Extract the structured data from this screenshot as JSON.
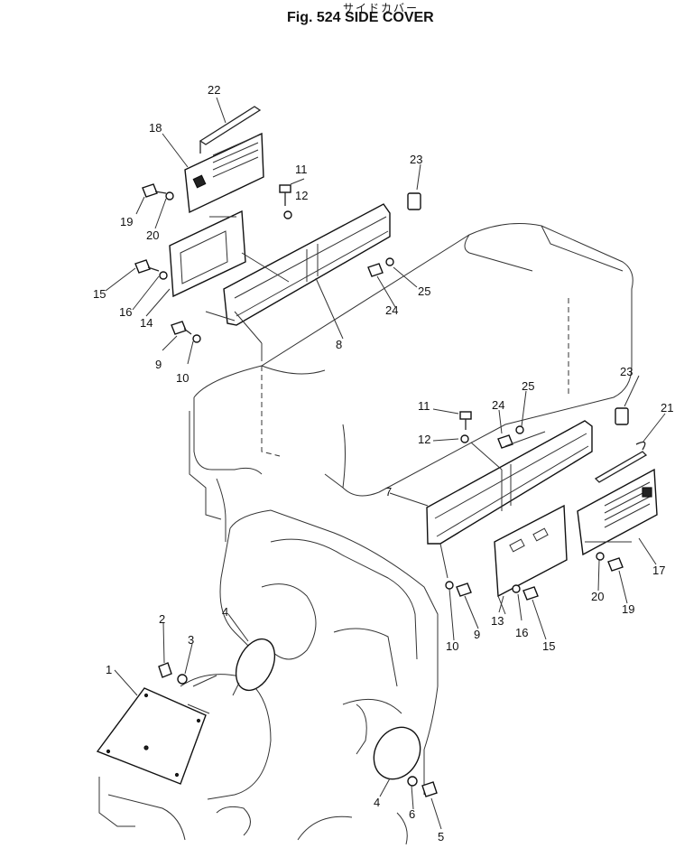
{
  "title": {
    "japanese": "サイドカバー",
    "main": "Fig. 524 SIDE COVER"
  },
  "callouts": {
    "c1": "1",
    "c2": "2",
    "c3": "3",
    "c4a": "4",
    "c4b": "4",
    "c5": "5",
    "c6": "6",
    "c7": "7",
    "c8": "8",
    "c9a": "9",
    "c9b": "9",
    "c10a": "10",
    "c10b": "10",
    "c11a": "11",
    "c11b": "11",
    "c12a": "12",
    "c12b": "12",
    "c13": "13",
    "c14": "14",
    "c15a": "15",
    "c15b": "15",
    "c16a": "16",
    "c16b": "16",
    "c17": "17",
    "c18": "18",
    "c19a": "19",
    "c19b": "19",
    "c20a": "20",
    "c20b": "20",
    "c21": "21",
    "c22": "22",
    "c23a": "23",
    "c23b": "23",
    "c24a": "24",
    "c24b": "24",
    "c25a": "25",
    "c25b": "25"
  }
}
